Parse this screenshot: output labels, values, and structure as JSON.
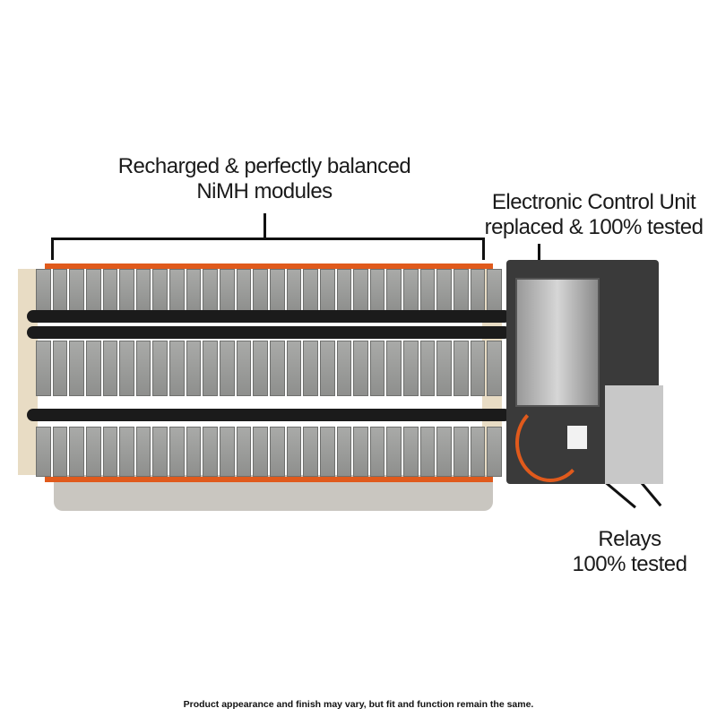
{
  "annotations": {
    "modules": {
      "line1": "Recharged & perfectly balanced",
      "line2": "NiMH modules"
    },
    "ecu": {
      "line1": "Electronic Control Unit",
      "line2": "replaced & 100% tested"
    },
    "relays": {
      "line1": "Relays",
      "line2": "100% tested"
    }
  },
  "footer": "Product appearance and finish may vary, but fit and function remain the same."
}
